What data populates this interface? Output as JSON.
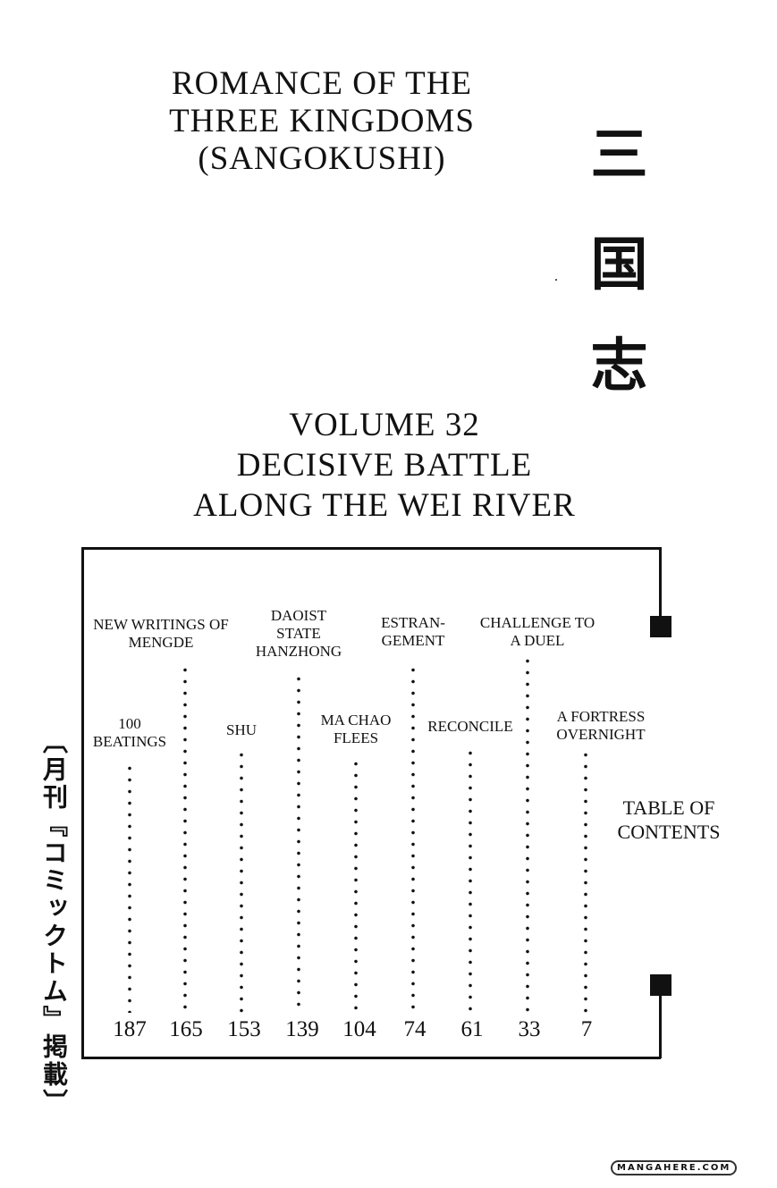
{
  "header": {
    "title_lines": [
      "ROMANCE OF THE",
      "THREE KINGDOMS",
      "(SANGOKUSHI)"
    ],
    "kanji": [
      "三",
      "国",
      "志"
    ]
  },
  "volume": {
    "lines": [
      "VOLUME 32",
      "DECISIVE BATTLE",
      "ALONG THE WEI RIVER"
    ]
  },
  "toc": {
    "heading_lines": [
      "TABLE OF",
      "CONTENTS"
    ],
    "entries": [
      {
        "title": "100 BEATINGS",
        "page": "187"
      },
      {
        "title": "NEW WRITINGS OF MENGDE",
        "page": "165"
      },
      {
        "title": "SHU",
        "page": "153"
      },
      {
        "title": "DAOIST STATE HANZHONG",
        "page": "139"
      },
      {
        "title": "MA CHAO FLEES",
        "page": "104"
      },
      {
        "title": "ESTRAN- GEMENT",
        "page": "74"
      },
      {
        "title": "RECONCILE",
        "page": "61"
      },
      {
        "title": "CHALLENGE TO A DUEL",
        "page": "33"
      },
      {
        "title": "A FORTRESS OVERNIGHT",
        "page": "7"
      }
    ]
  },
  "publication_note": "〔月刊『コミックトム』掲載〕",
  "watermark": "MANGAHERE.COM"
}
